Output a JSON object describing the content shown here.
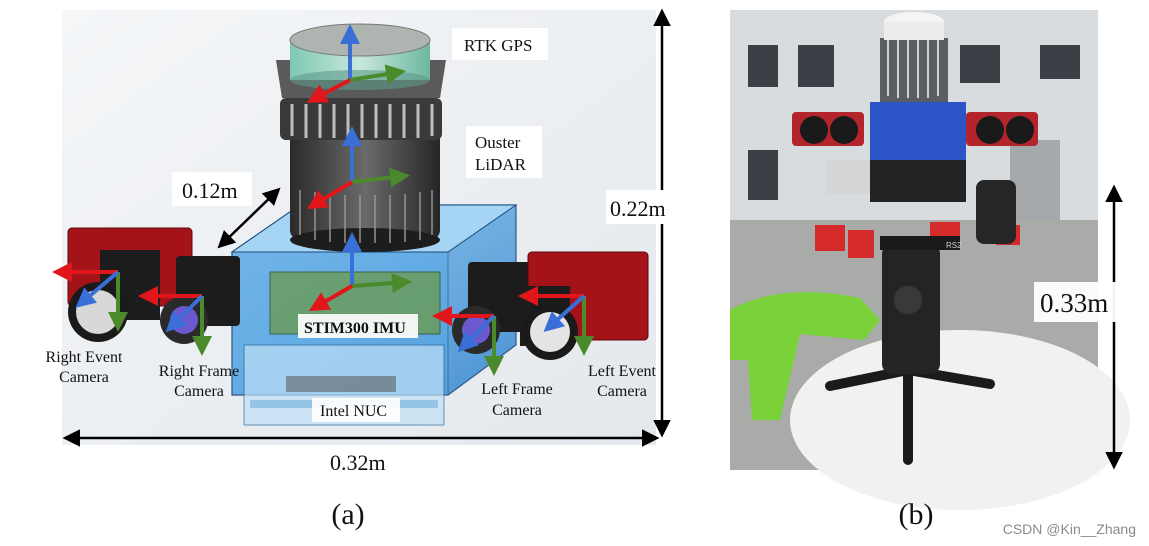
{
  "labels": {
    "rtk_gps": "RTK GPS",
    "ouster_line1": "Ouster",
    "ouster_line2": "LiDAR",
    "dim_012": "0.12m",
    "dim_022": "0.22m",
    "dim_032": "0.32m",
    "dim_033": "0.33m",
    "imu": "STIM300 IMU",
    "nuc": "Intel NUC",
    "right_event_1": "Right Event",
    "right_event_2": "Camera",
    "right_frame_1": "Right Frame",
    "right_frame_2": "Camera",
    "left_frame_1": "Left Frame",
    "left_frame_2": "Camera",
    "left_event_1": "Left Event",
    "left_event_2": "Camera",
    "panel_a": "(a)",
    "panel_b": "(b)",
    "watermark": "CSDN @Kin__Zhang",
    "rs2": "RS2"
  },
  "colors": {
    "axis_x": "#e0161b",
    "axis_y": "#4a8a2a",
    "axis_z": "#3a6fd8",
    "frame_blue": "#4a9fe0",
    "camera_red": "#c0161b"
  }
}
